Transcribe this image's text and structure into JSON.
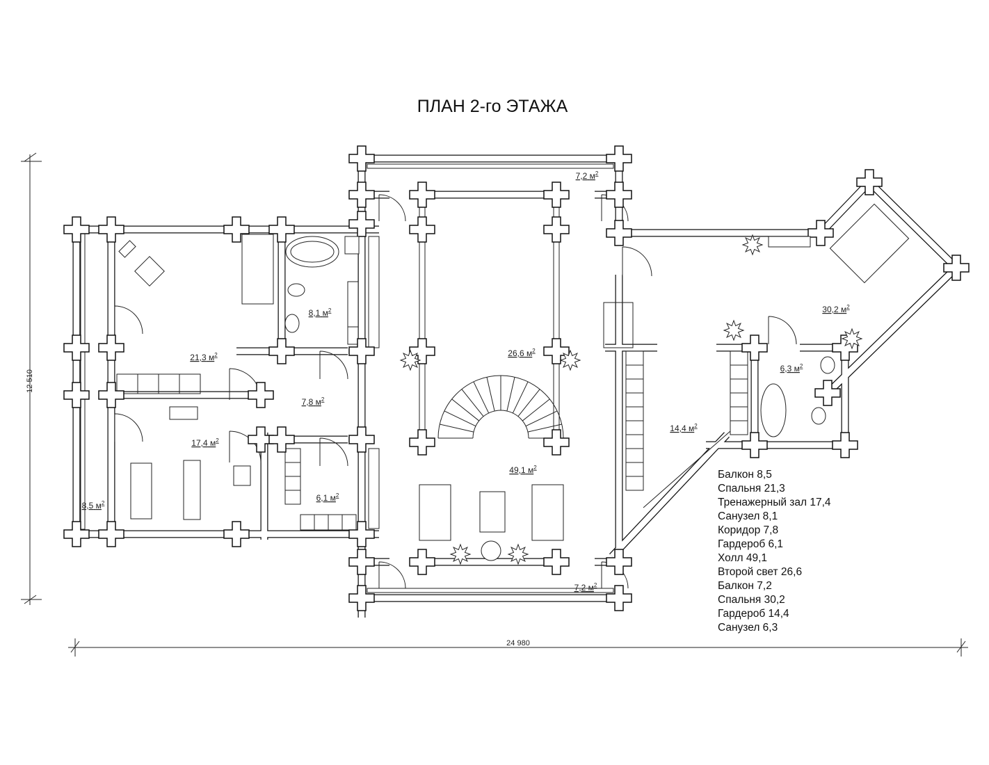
{
  "title": "ПЛАН 2-го ЭТАЖА",
  "unit": "м",
  "unit_sup": "2",
  "dimensions": {
    "height": "12 510",
    "width": "24 980"
  },
  "room_labels": [
    {
      "area": "7,2"
    },
    {
      "area": "21,3"
    },
    {
      "area": "8,1"
    },
    {
      "area": "26,6"
    },
    {
      "area": "7,8"
    },
    {
      "area": "17,4"
    },
    {
      "area": "6,1"
    },
    {
      "area": "49,1"
    },
    {
      "area": "8,5"
    },
    {
      "area": "7,2"
    },
    {
      "area": "14,4"
    },
    {
      "area": "30,2"
    },
    {
      "area": "6,3"
    }
  ],
  "legend": [
    "Балкон  8,5",
    "Спальня  21,3",
    "Тренажерный зал  17,4",
    "Санузел  8,1",
    "Коридор 7,8",
    "Гардероб  6,1",
    "Холл  49,1",
    "Второй свет 26,6",
    "Балкон  7,2",
    "Спальня  30,2",
    "Гардероб  14,4",
    "Санузел  6,3"
  ]
}
